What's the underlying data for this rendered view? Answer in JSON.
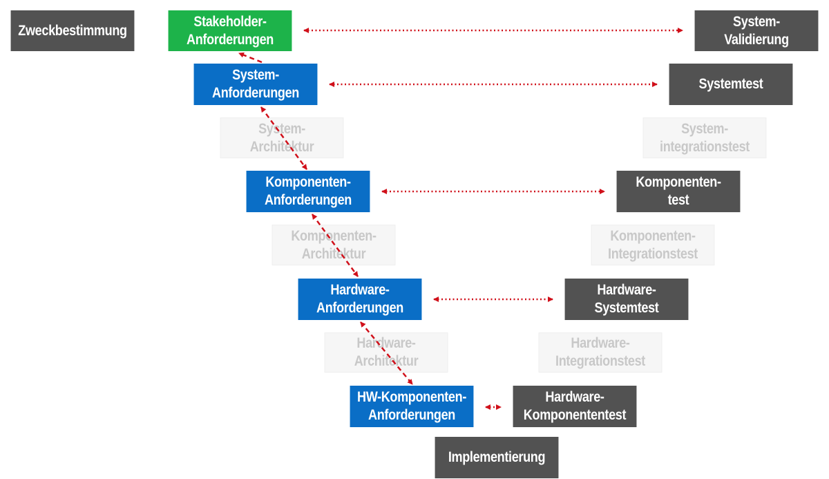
{
  "boxes": {
    "zweck": "Zweckbestimmung",
    "stakeholder": "Stakeholder-\nAnforderungen",
    "sys_anf": "System-\nAnforderungen",
    "sys_arch": "System-\nArchitektur",
    "komp_anf": "Komponenten-\nAnforderungen",
    "komp_arch": "Komponenten-\nArchitektur",
    "hw_anf": "Hardware-\nAnforderungen",
    "hw_arch": "Hardware-\nArchitektur",
    "hwk_anf": "HW-Komponenten-\nAnforderungen",
    "validierung": "System-\nValidierung",
    "systemtest": "Systemtest",
    "sys_integ": "System-\nintegrationstest",
    "komp_test": "Komponenten-\ntest",
    "komp_integ": "Komponenten-\nIntegrationstest",
    "hw_systest": "Hardware-\nSystemtest",
    "hw_integ": "Hardware-\nIntegrationstest",
    "hwk_test": "Hardware-\nKomponententest",
    "impl": "Implementierung"
  },
  "colors": {
    "gray": "#525252",
    "green": "#1db34a",
    "blue": "#0a6ec6",
    "faded": "#f6f6f6",
    "faded_text": "#c8c8c8",
    "arrow": "#d0101a"
  }
}
